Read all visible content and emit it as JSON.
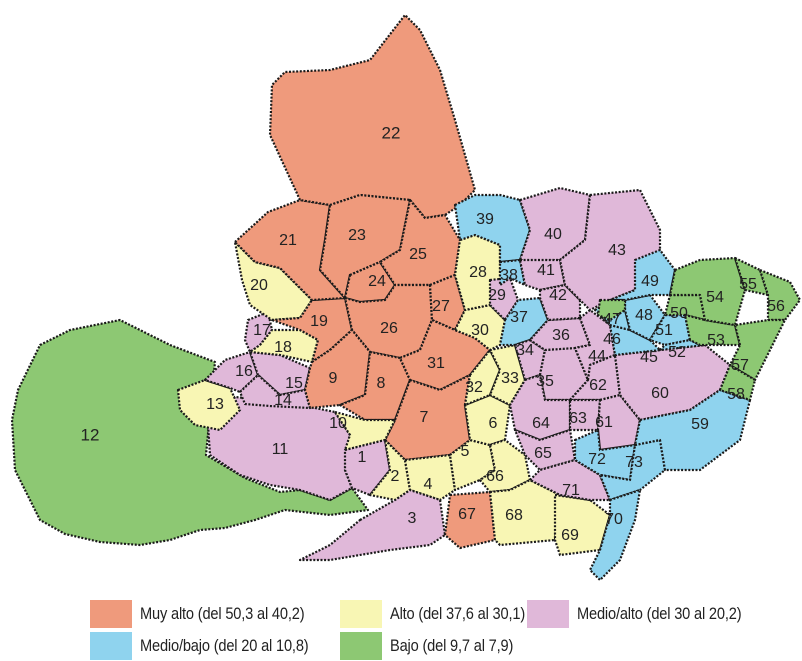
{
  "colors": {
    "muy_alto": "#ef9a7c",
    "alto": "#f8f6b4",
    "medio_alto": "#e0b8d9",
    "medio_bajo": "#8fd3ee",
    "bajo": "#8dc873"
  },
  "legend": {
    "muy_alto": "Muy alto  (del 50,3 al 40,2)",
    "alto": "Alto (del 37,6 al 30,1)",
    "medio_alto": "Medio/alto (del 30 al 20,2)",
    "medio_bajo": "Medio/bajo (del 20 al 10,8)",
    "bajo": "Bajo (del 9,7 al 7,9)"
  },
  "neighborhood_labels": [
    "1",
    "2",
    "3",
    "4",
    "5",
    "6",
    "7",
    "8",
    "9",
    "10",
    "11",
    "12",
    "13",
    "14",
    "15",
    "16",
    "17",
    "18",
    "19",
    "20",
    "21",
    "22",
    "23",
    "24",
    "25",
    "26",
    "27",
    "28",
    "29",
    "30",
    "31",
    "32",
    "33",
    "34",
    "35",
    "36",
    "37",
    "38",
    "39",
    "40",
    "41",
    "42",
    "43",
    "44",
    "45",
    "46",
    "47",
    "48",
    "49",
    "50",
    "51",
    "52",
    "53",
    "54",
    "55",
    "56",
    "57",
    "58",
    "59",
    "60",
    "61",
    "62",
    "63",
    "64",
    "65",
    "66",
    "67",
    "68",
    "69",
    "70",
    "71",
    "72",
    "73"
  ],
  "categories_by_neighborhood": {
    "muy_alto": [
      "7",
      "8",
      "9",
      "19",
      "21",
      "22",
      "23",
      "24",
      "25",
      "26",
      "27",
      "31",
      "67"
    ],
    "alto": [
      "2",
      "4",
      "5",
      "6",
      "10",
      "13",
      "18",
      "20",
      "28",
      "30",
      "32",
      "33",
      "66",
      "68",
      "69"
    ],
    "medio_alto": [
      "1",
      "3",
      "11",
      "14",
      "15",
      "16",
      "17",
      "29",
      "34",
      "35",
      "36",
      "40",
      "41",
      "42",
      "43",
      "44",
      "60",
      "61",
      "62",
      "63",
      "64",
      "65",
      "71"
    ],
    "medio_bajo": [
      "37",
      "38",
      "39",
      "45",
      "46",
      "48",
      "49",
      "51",
      "52",
      "59",
      "70",
      "72",
      "73"
    ],
    "bajo": [
      "12",
      "47",
      "50",
      "53",
      "54",
      "55",
      "56",
      "57",
      "58"
    ]
  }
}
